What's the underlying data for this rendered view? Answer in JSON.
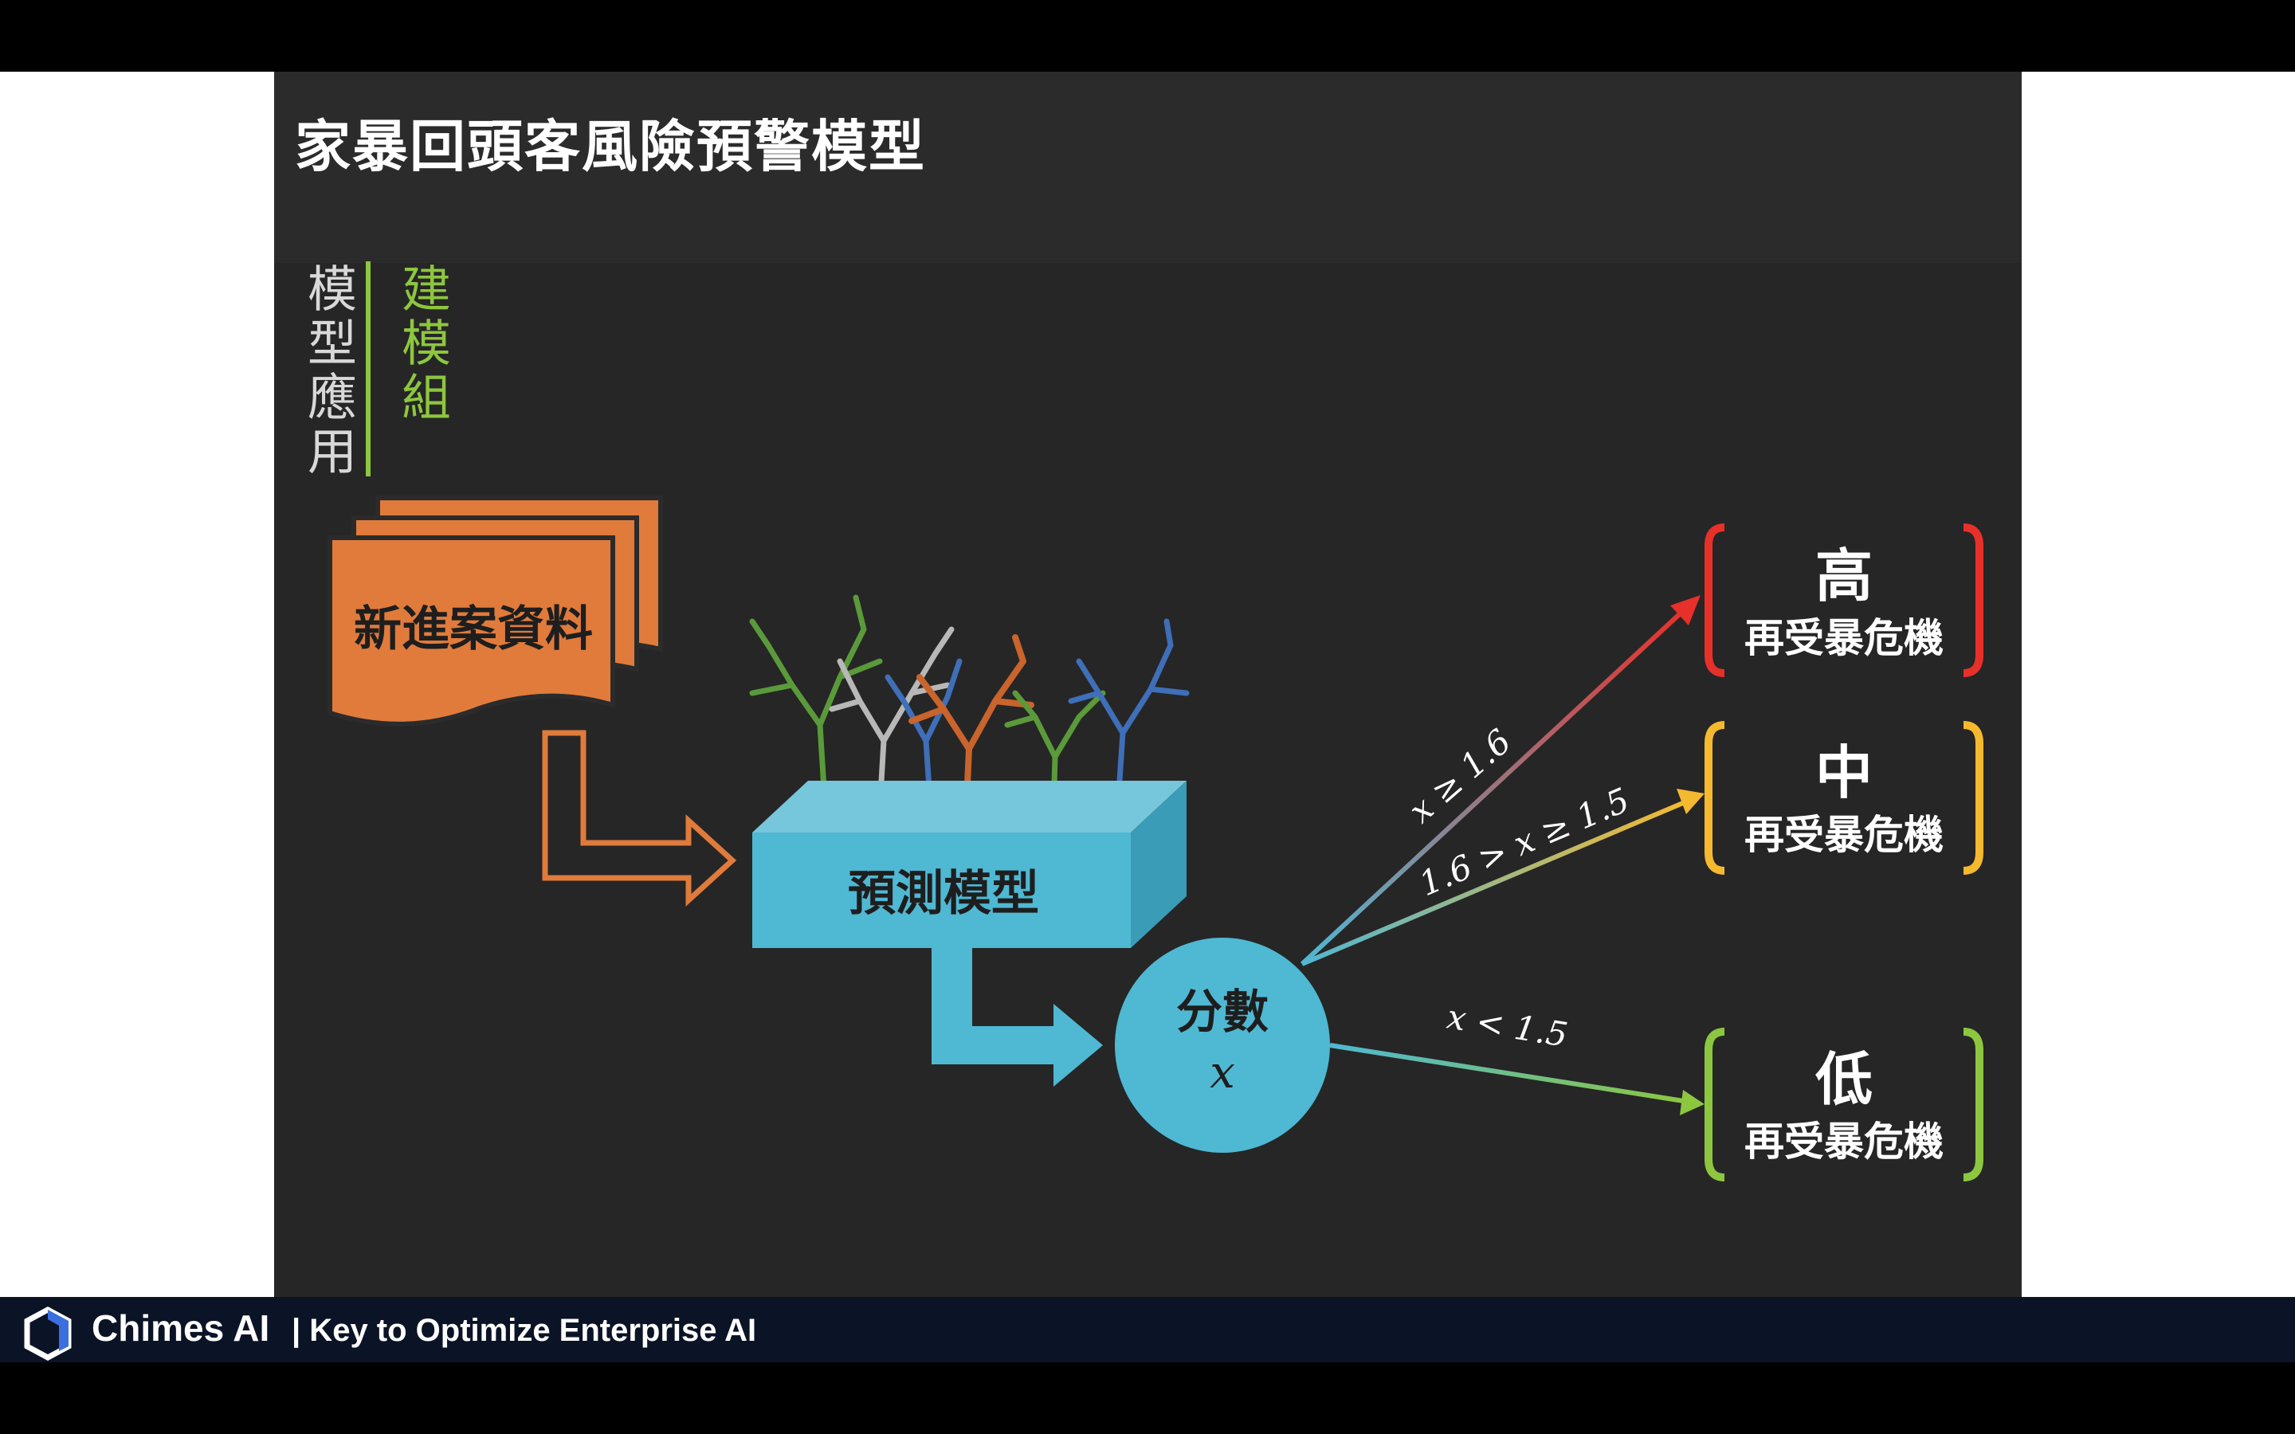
{
  "slide": {
    "title": "家暴回頭客風險預警模型",
    "group_build": "建模組",
    "group_apply": "模型應用"
  },
  "diagram": {
    "input_label": "新進案資料",
    "model_label": "預測模型",
    "score_label": "分數",
    "score_var": "x",
    "conditions": {
      "high": "x ≥ 1.6",
      "medium": "1.6 > x ≥ 1.5",
      "low": "x  < 1.5"
    },
    "tiers": [
      {
        "level": "高",
        "desc": "再受暴危機",
        "color": "#e8302a"
      },
      {
        "level": "中",
        "desc": "再受暴危機",
        "color": "#f5b92f"
      },
      {
        "level": "低",
        "desc": "再受暴危機",
        "color": "#8dc63f"
      }
    ],
    "colors": {
      "input": "#e07b3c",
      "model": "#4fb8d3",
      "build_group": "#8dc63f"
    },
    "tree_icons": [
      "tree-green-icon",
      "tree-gray-icon",
      "tree-blue-icon",
      "tree-orange-icon",
      "tree-green-icon",
      "tree-blue-icon"
    ]
  },
  "footer": {
    "brand": "Chimes AI",
    "tagline": "| Key to Optimize Enterprise AI",
    "logo_icon": "chimes-logo-icon"
  }
}
